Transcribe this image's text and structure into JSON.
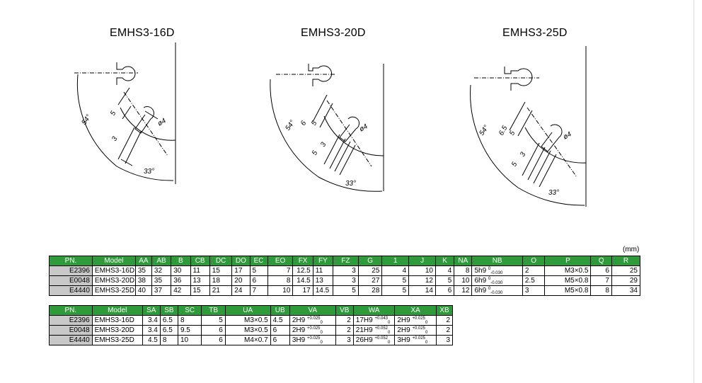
{
  "figures": [
    {
      "title": "EMHS3-16D",
      "angle_large": "54°",
      "angle_small": "33°",
      "dims": [
        "5",
        "3"
      ],
      "hole": "ø4"
    },
    {
      "title": "EMHS3-20D",
      "angle_large": "54°",
      "angle_small": "33°",
      "dims": [
        "6",
        "5",
        "5",
        "3"
      ],
      "hole": "ø4"
    },
    {
      "title": "EMHS3-25D",
      "angle_large": "54°",
      "angle_small": "33°",
      "dims": [
        "6.5",
        "5",
        "5",
        "3"
      ],
      "hole": "ø4"
    }
  ],
  "unit": "(mm)",
  "table1": {
    "headers": [
      "PN.",
      "Model",
      "AA",
      "AB",
      "B",
      "CB",
      "DC",
      "DO",
      "EC",
      "EO",
      "FX",
      "FY",
      "FZ",
      "G",
      "1",
      "J",
      "K",
      "NA",
      "NB",
      "O",
      "P",
      "Q",
      "R"
    ],
    "rows": [
      [
        "E2396",
        "EMHS3-16D",
        "35",
        "32",
        "30",
        "11",
        "15",
        "17",
        "5",
        "7",
        "12.5",
        "11",
        "3",
        "25",
        "4",
        "10",
        "4",
        "8",
        "5h9",
        "2",
        "M3×0.5",
        "6",
        "25"
      ],
      [
        "E0048",
        "EMHS3-20D",
        "38",
        "35",
        "36",
        "13",
        "18",
        "20",
        "6",
        "8",
        "14.5",
        "13",
        "3",
        "27",
        "5",
        "12",
        "5",
        "10",
        "6h9",
        "2.5",
        "M5×0.8",
        "7",
        "29"
      ],
      [
        "E4440",
        "EMHS3-25D",
        "40",
        "37",
        "42",
        "15",
        "21",
        "24",
        "7",
        "10",
        "17",
        "14.5",
        "5",
        "28",
        "5",
        "14",
        "6",
        "12",
        "6h9",
        "3",
        "M5×0.8",
        "8",
        "34"
      ]
    ],
    "nb_tol_upper": "0",
    "nb_tol_lower": "-0.030"
  },
  "table2": {
    "headers": [
      "PN.",
      "Model",
      "SA",
      "SB",
      "SC",
      "TB",
      "UA",
      "UB",
      "VA",
      "VB",
      "WA",
      "XA",
      "XB"
    ],
    "rows": [
      {
        "pn": "E2396",
        "model": "EMHS3-16D",
        "sa": "3.4",
        "sb": "6.5",
        "sc": "8",
        "tb": "5",
        "ua": "M3×0.5",
        "ub": "4.5",
        "va": "2H9",
        "va_up": "+0.025",
        "va_lo": "0",
        "vb": "2",
        "wa": "17H9",
        "wa_up": "+0.043",
        "wa_lo": "0",
        "xa": "2H9",
        "xa_up": "+0.025",
        "xa_lo": "0",
        "xb": "2"
      },
      {
        "pn": "E0048",
        "model": "EMHS3-20D",
        "sa": "3.4",
        "sb": "6.5",
        "sc": "9.5",
        "tb": "6",
        "ua": "M3×0.5",
        "ub": "6",
        "va": "2H9",
        "va_up": "+0.025",
        "va_lo": "0",
        "vb": "2",
        "wa": "21H9",
        "wa_up": "+0.052",
        "wa_lo": "0",
        "xa": "2H9",
        "xa_up": "+0.025",
        "xa_lo": "0",
        "xb": "2"
      },
      {
        "pn": "E4440",
        "model": "EMHS3-25D",
        "sa": "4.5",
        "sb": "8",
        "sc": "10",
        "tb": "6",
        "ua": "M4×0.7",
        "ub": "6",
        "va": "3H9",
        "va_up": "+0.025",
        "va_lo": "0",
        "vb": "3",
        "wa": "26H9",
        "wa_up": "+0.052",
        "wa_lo": "0",
        "xa": "3H9",
        "xa_up": "+0.025",
        "xa_lo": "0",
        "xb": "3"
      }
    ]
  }
}
